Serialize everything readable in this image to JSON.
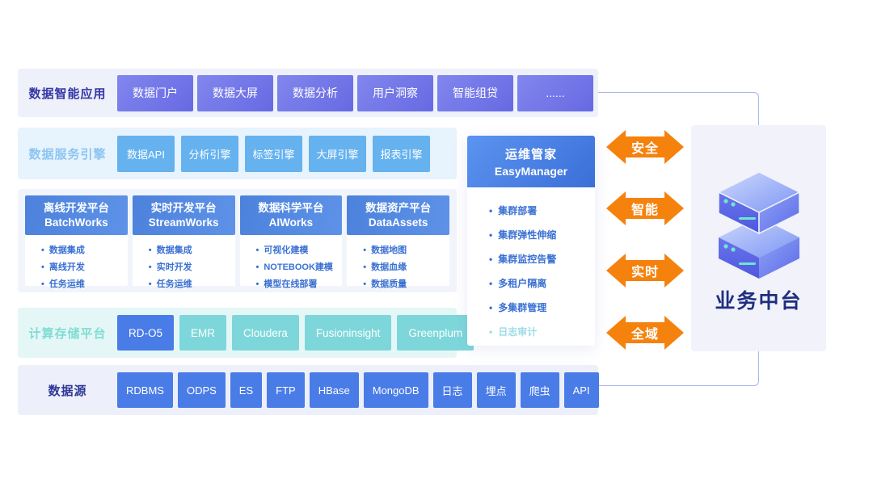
{
  "app_row": {
    "label": "数据智能应用",
    "items": [
      "数据门户",
      "数据大屏",
      "数据分析",
      "用户洞察",
      "智能组贷",
      "......"
    ]
  },
  "engine_row": {
    "label": "数据服务引擎",
    "items": [
      "数据API",
      "分析引擎",
      "标签引擎",
      "大屏引擎",
      "报表引擎"
    ]
  },
  "platform_row": {
    "cards": [
      {
        "title_cn": "离线开发平台",
        "title_en": "BatchWorks",
        "features": [
          "数据集成",
          "离线开发",
          "任务运维"
        ]
      },
      {
        "title_cn": "实时开发平台",
        "title_en": "StreamWorks",
        "features": [
          "数据集成",
          "实时开发",
          "任务运维"
        ]
      },
      {
        "title_cn": "数据科学平台",
        "title_en": "AIWorks",
        "features": [
          "可视化建模",
          "NOTEBOOK建模",
          "模型在线部署"
        ]
      },
      {
        "title_cn": "数据资产平台",
        "title_en": "DataAssets",
        "features": [
          "数据地图",
          "数据血缘",
          "数据质量"
        ]
      }
    ]
  },
  "storage_row": {
    "label": "计算存储平台",
    "items": [
      "RD-O5",
      "EMR",
      "Cloudera",
      "Fusioninsight",
      "Greenplum"
    ]
  },
  "source_row": {
    "label": "数据源",
    "items": [
      "RDBMS",
      "ODPS",
      "ES",
      "FTP",
      "HBase",
      "MongoDB",
      "日志",
      "埋点",
      "爬虫",
      "API"
    ]
  },
  "easymanager": {
    "title_cn": "运维管家",
    "title_en": "EasyManager",
    "features": [
      "集群部署",
      "集群弹性伸缩",
      "集群监控告警",
      "多租户隔离",
      "多集群管理",
      "日志审计"
    ]
  },
  "arrows": {
    "items": [
      "安全",
      "智能",
      "实时",
      "全域"
    ]
  },
  "business_platform": {
    "title": "业务中台",
    "icon": "server-stack-icon"
  },
  "colors": {
    "accent_orange": "#F5820D",
    "primary_blue": "#4A7CE8",
    "sky_blue": "#65B2EF",
    "indigo": "#666AE2",
    "teal": "#7DD7DA",
    "feature_blue": "#3A70D2",
    "muted_teal": "#9EDCE6",
    "connector": "#AAB6EA"
  }
}
